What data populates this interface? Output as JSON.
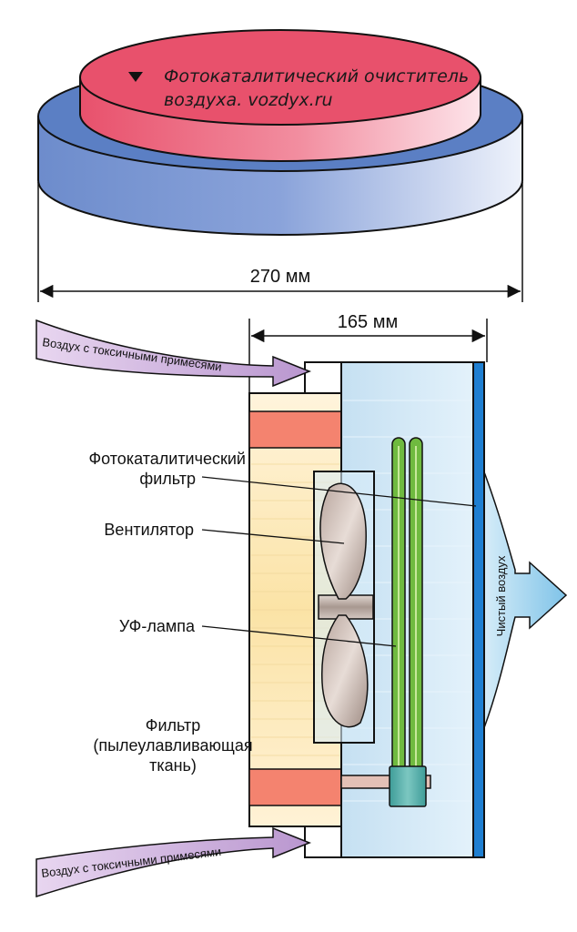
{
  "caption": {
    "line1": "Фотокаталитический очиститель",
    "line2": "воздуха. vozdyx.ru"
  },
  "dimensions": {
    "outer_diameter": "270 мм",
    "depth": "165 мм"
  },
  "airflow": {
    "inlet_top": "Воздух с токсичными примесями",
    "inlet_bottom": "Воздух с токсичными примесями",
    "outlet": "Чистый воздух"
  },
  "labels": {
    "photocatalytic_filter_line1": "Фотокаталитический",
    "photocatalytic_filter_line2": "фильтр",
    "fan": "Вентилятор",
    "uv_lamp": "УФ-лампа",
    "dust_filter_line1": "Фильтр",
    "dust_filter_line2": "(пылеулавливающая",
    "dust_filter_line3": "ткань)"
  },
  "colors": {
    "disk_top": "#e8516c",
    "disk_side": "#f6a9b6",
    "base_top": "#5b7fc4",
    "base_side": "#c8d4f0",
    "housing": "#cfe6f5",
    "pre_filter": "#f4836f",
    "intake": "#fbe8b8",
    "photocatalytic_filter": "#1f7fd1",
    "uv_lamp": "#6fba3f",
    "arrow_in": "#c8a8d8",
    "arrow_out": "#8fcbea"
  }
}
